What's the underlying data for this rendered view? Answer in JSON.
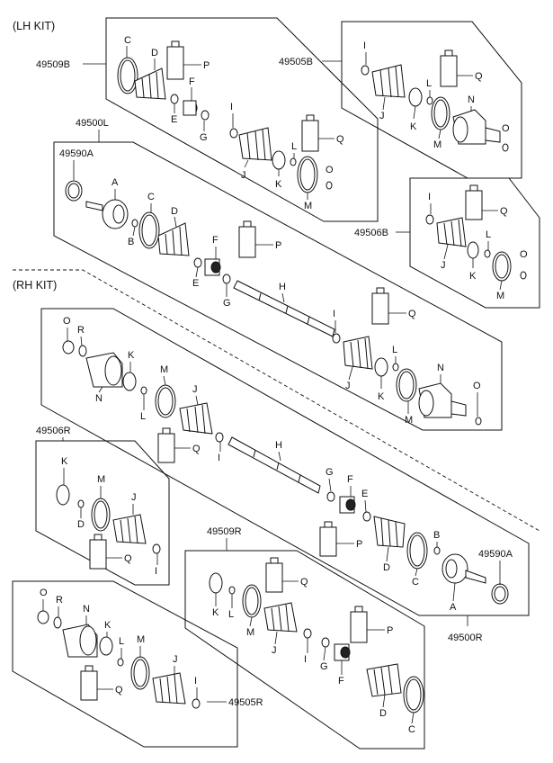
{
  "kits": {
    "lh": "(LH KIT)",
    "rh": "(RH KIT)"
  },
  "assemblies": {
    "lh_outer_repair": "49509B",
    "lh_inner_repair": "49505B",
    "lh_shaft": "49500L",
    "lh_sensor_ring": "49590A",
    "lh_inner_boot": "49506B",
    "rh_inner_boot": "49506R",
    "rh_outer_repair": "49509R",
    "rh_sensor_ring": "49590A",
    "rh_shaft": "49500R",
    "rh_inner_repair": "49505R"
  },
  "letters": {
    "A": "A",
    "B": "B",
    "C": "C",
    "D": "D",
    "E": "E",
    "F": "F",
    "G": "G",
    "H": "H",
    "I": "I",
    "J": "J",
    "K": "K",
    "L": "L",
    "M": "M",
    "N": "N",
    "O": "O",
    "P": "P",
    "Q": "Q",
    "R": "R"
  }
}
